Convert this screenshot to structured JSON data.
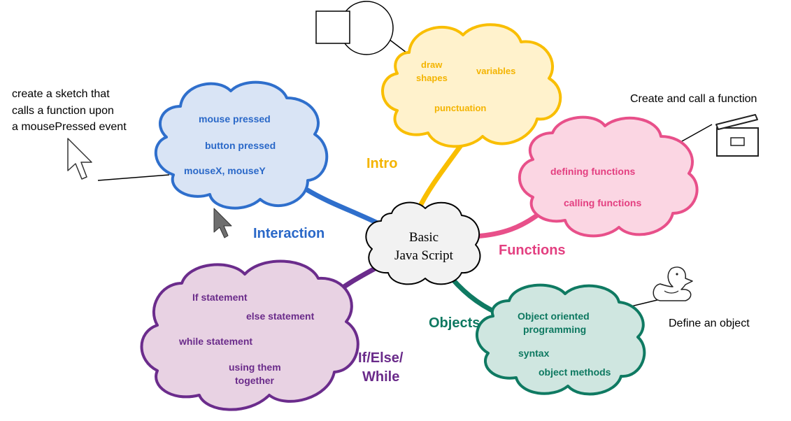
{
  "center": {
    "line1": "Basic",
    "line2": "Java Script",
    "color": "#000000",
    "fill": "#f2f2f2"
  },
  "branches": {
    "intro": {
      "title": "Intro",
      "color": "#f9be00",
      "fill": "#fff2cc",
      "text_color": "#f4b400",
      "items": [
        "draw",
        "shapes",
        "variables",
        "punctuation"
      ]
    },
    "interaction": {
      "title": "Interaction",
      "color": "#2f6fcc",
      "fill": "#d9e4f5",
      "text_color": "#2a68c8",
      "items": [
        "mouse pressed",
        "button pressed",
        "mouseX, mouseY"
      ]
    },
    "functions": {
      "title": "Functions",
      "color": "#e8508a",
      "fill": "#fbd6e3",
      "text_color": "#e33f80",
      "items": [
        "defining functions",
        "calling functions"
      ]
    },
    "ifelse": {
      "title_line1": "If/Else/",
      "title_line2": "While",
      "color": "#6b2c8c",
      "fill": "#e8d2e3",
      "text_color": "#6a2b8a",
      "items": [
        "If statement",
        "else statement",
        "while statement",
        "using them",
        "together"
      ]
    },
    "objects": {
      "title": "Objects",
      "color": "#0f7a62",
      "fill": "#cfe6e0",
      "text_color": "#0d7860",
      "items": [
        "Object oriented",
        "programming",
        "syntax",
        "object methods"
      ]
    }
  },
  "notes": {
    "interaction": [
      "create a sketch that",
      "calls a function upon",
      "a mousePressed event"
    ],
    "functions": "Create and call a function",
    "objects": "Define an object"
  },
  "icons": [
    "square-circle-shapes-icon",
    "mouse-pointer-outline-icon",
    "mouse-pointer-filled-icon",
    "clapperboard-icon",
    "rubber-duck-icon"
  ]
}
